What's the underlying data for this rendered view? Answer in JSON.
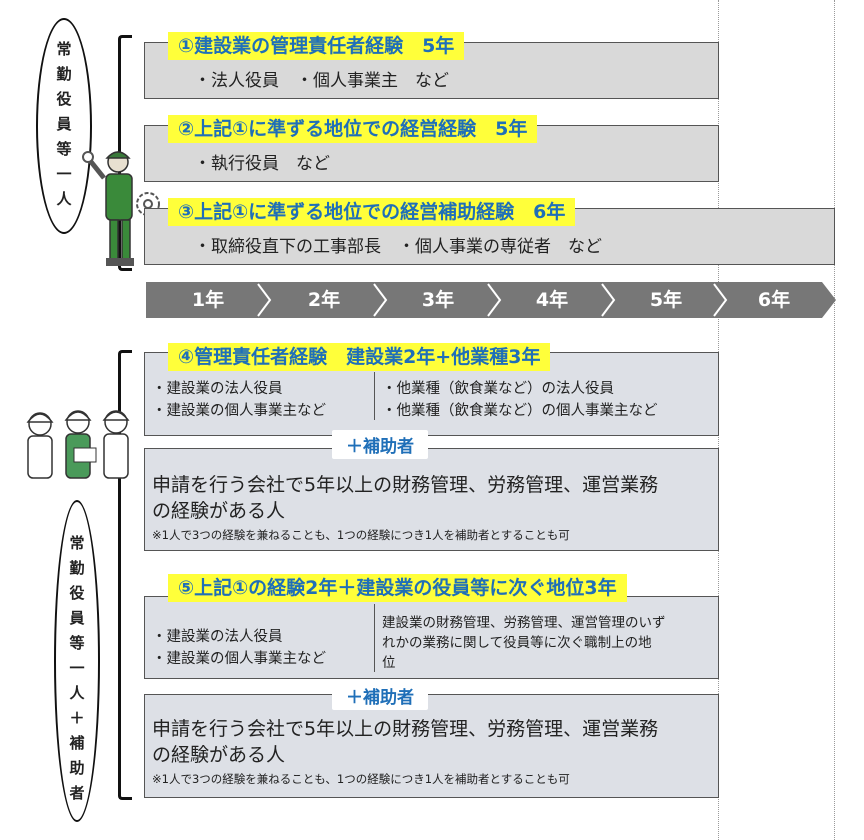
{
  "bubble_top": [
    "常",
    "勤",
    "役",
    "員",
    "等",
    "一",
    "人"
  ],
  "bubble_bottom": [
    "常",
    "勤",
    "役",
    "員",
    "等",
    "一",
    "人",
    "＋",
    "補",
    "助",
    "者"
  ],
  "item1": {
    "title": "①建設業の管理責任者経験　5年",
    "detail": "・法人役員　・個人事業主　など"
  },
  "item2": {
    "title": "②上記①に準ずる地位での経営経験　5年",
    "detail": "・執行役員　など"
  },
  "item3": {
    "title": "③上記①に準ずる地位での経営補助経験　6年",
    "detail": "・取締役直下の工事部長　・個人事業の専従者　など"
  },
  "timeline": [
    "1年",
    "2年",
    "3年",
    "4年",
    "5年",
    "6年"
  ],
  "item4": {
    "title": "④管理責任者経験　建設業2年+他業種3年",
    "left": [
      "・建設業の法人役員",
      "・建設業の個人事業主など"
    ],
    "right": [
      "・他業種（飲食業など）の法人役員",
      "・他業種（飲食業など）の個人事業主など"
    ],
    "support_label": "＋補助者",
    "support_text": [
      "申請を行う会社で5年以上の財務管理、労務管理、運営業務",
      "の経験がある人"
    ],
    "support_note": "※1人で3つの経験を兼ねることも、1つの経験につき1人を補助者とすることも可"
  },
  "item5": {
    "title": "⑤上記①の経験2年＋建設業の役員等に次ぐ地位3年",
    "left": [
      "・建設業の法人役員",
      "・建設業の個人事業主など"
    ],
    "right": [
      "建設業の財務管理、労務管理、運営管理のいず",
      "れかの業務に関して役員等に次ぐ職制上の地",
      "位"
    ],
    "support_label": "＋補助者",
    "support_text": [
      "申請を行う会社で5年以上の財務管理、労務管理、運営業務",
      "の経験がある人"
    ],
    "support_note": "※1人で3つの経験を兼ねることも、1つの経験につき1人を補助者とすることも可"
  },
  "colors": {
    "title_text": "#1f6fb8",
    "label_bg": "#ffff3a",
    "gray_box": "#d9d9d9",
    "blue_box": "#dde0e6",
    "timeline": "#777777"
  }
}
